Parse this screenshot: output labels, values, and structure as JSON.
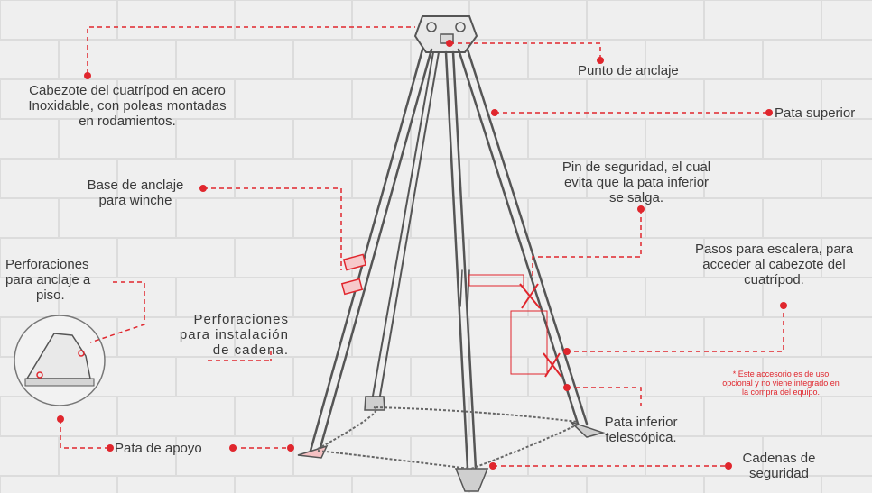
{
  "labels": {
    "cabezote": [
      "Cabezote del cuatrípod en acero",
      "Inoxidable, con poleas montadas",
      "en rodamientos."
    ],
    "punto_anclaje": "Punto de anclaje",
    "pata_superior": "Pata superior",
    "base_anclaje": [
      "Base de anclaje",
      "para winche"
    ],
    "pin_seguridad": [
      "Pin de seguridad, el cual",
      "evita que la pata inferior",
      "se salga."
    ],
    "perforaciones_piso": [
      "Perforaciones",
      "para anclaje a",
      "piso."
    ],
    "perforaciones_cadena": [
      "Perforaciones",
      "para instalación",
      "de cadena."
    ],
    "pasos_escalera": [
      "Pasos para escalera, para",
      "acceder al cabezote del",
      "cuatrípod."
    ],
    "nota_accesorio": [
      "* Este accesorio es de uso",
      "opcional y no viene integrado en",
      "la compra del equipo."
    ],
    "pata_inferior": [
      "Pata inferior",
      "telescópica."
    ],
    "pata_apoyo": "Pata de apoyo",
    "cadenas": [
      "Cadenas de",
      "seguridad"
    ]
  },
  "colors": {
    "accent": "#e0262d",
    "wall": "#efefef",
    "brick_line": "#dcdcdc",
    "tripod": "#5a5a5a",
    "text": "#3a3a3a"
  }
}
